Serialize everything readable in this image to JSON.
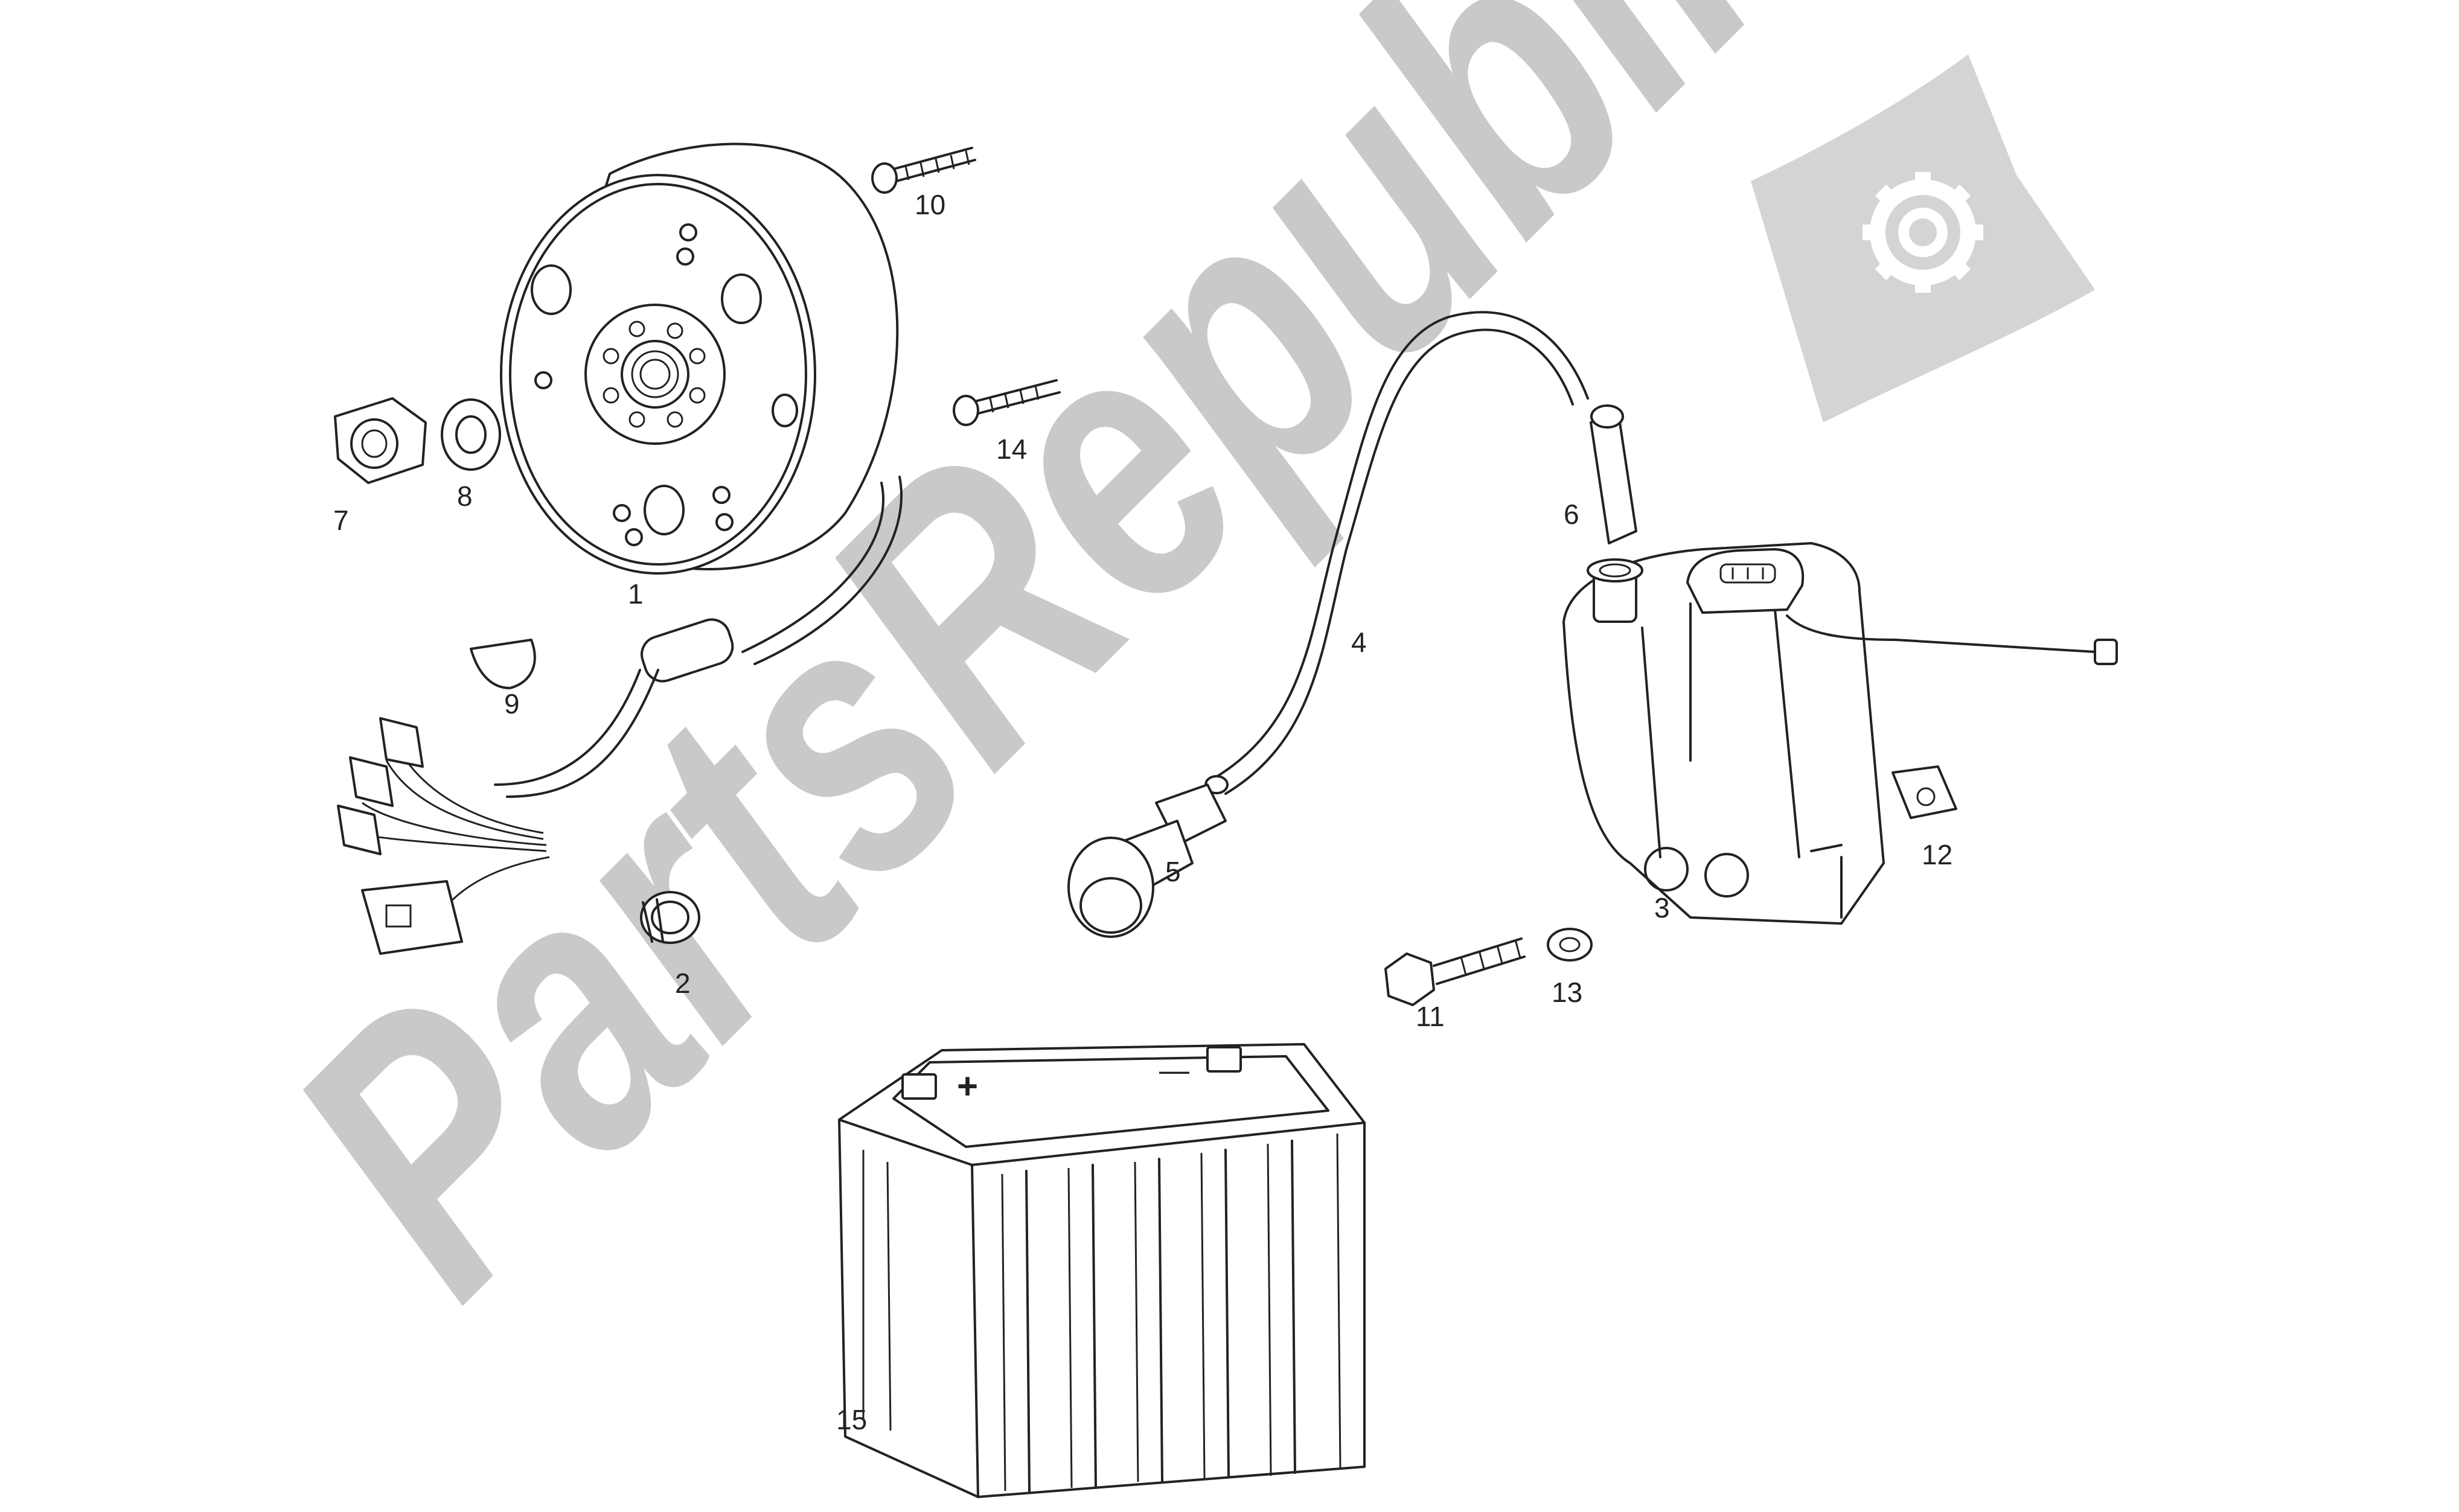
{
  "watermark": {
    "text": "PartsRepublik",
    "color": "#c9c9c9",
    "icon": "gear-flag-icon"
  },
  "parts": {
    "p1": "1",
    "p2": "2",
    "p3": "3",
    "p4": "4",
    "p5": "5",
    "p6": "6",
    "p7": "7",
    "p8": "8",
    "p9": "9",
    "p10": "10",
    "p11": "11",
    "p12": "12",
    "p13": "13",
    "p14": "14",
    "p15": "15"
  },
  "battery": {
    "plus": "+",
    "minus": "—"
  },
  "colors": {
    "line": "#222222",
    "background": "#ffffff"
  }
}
